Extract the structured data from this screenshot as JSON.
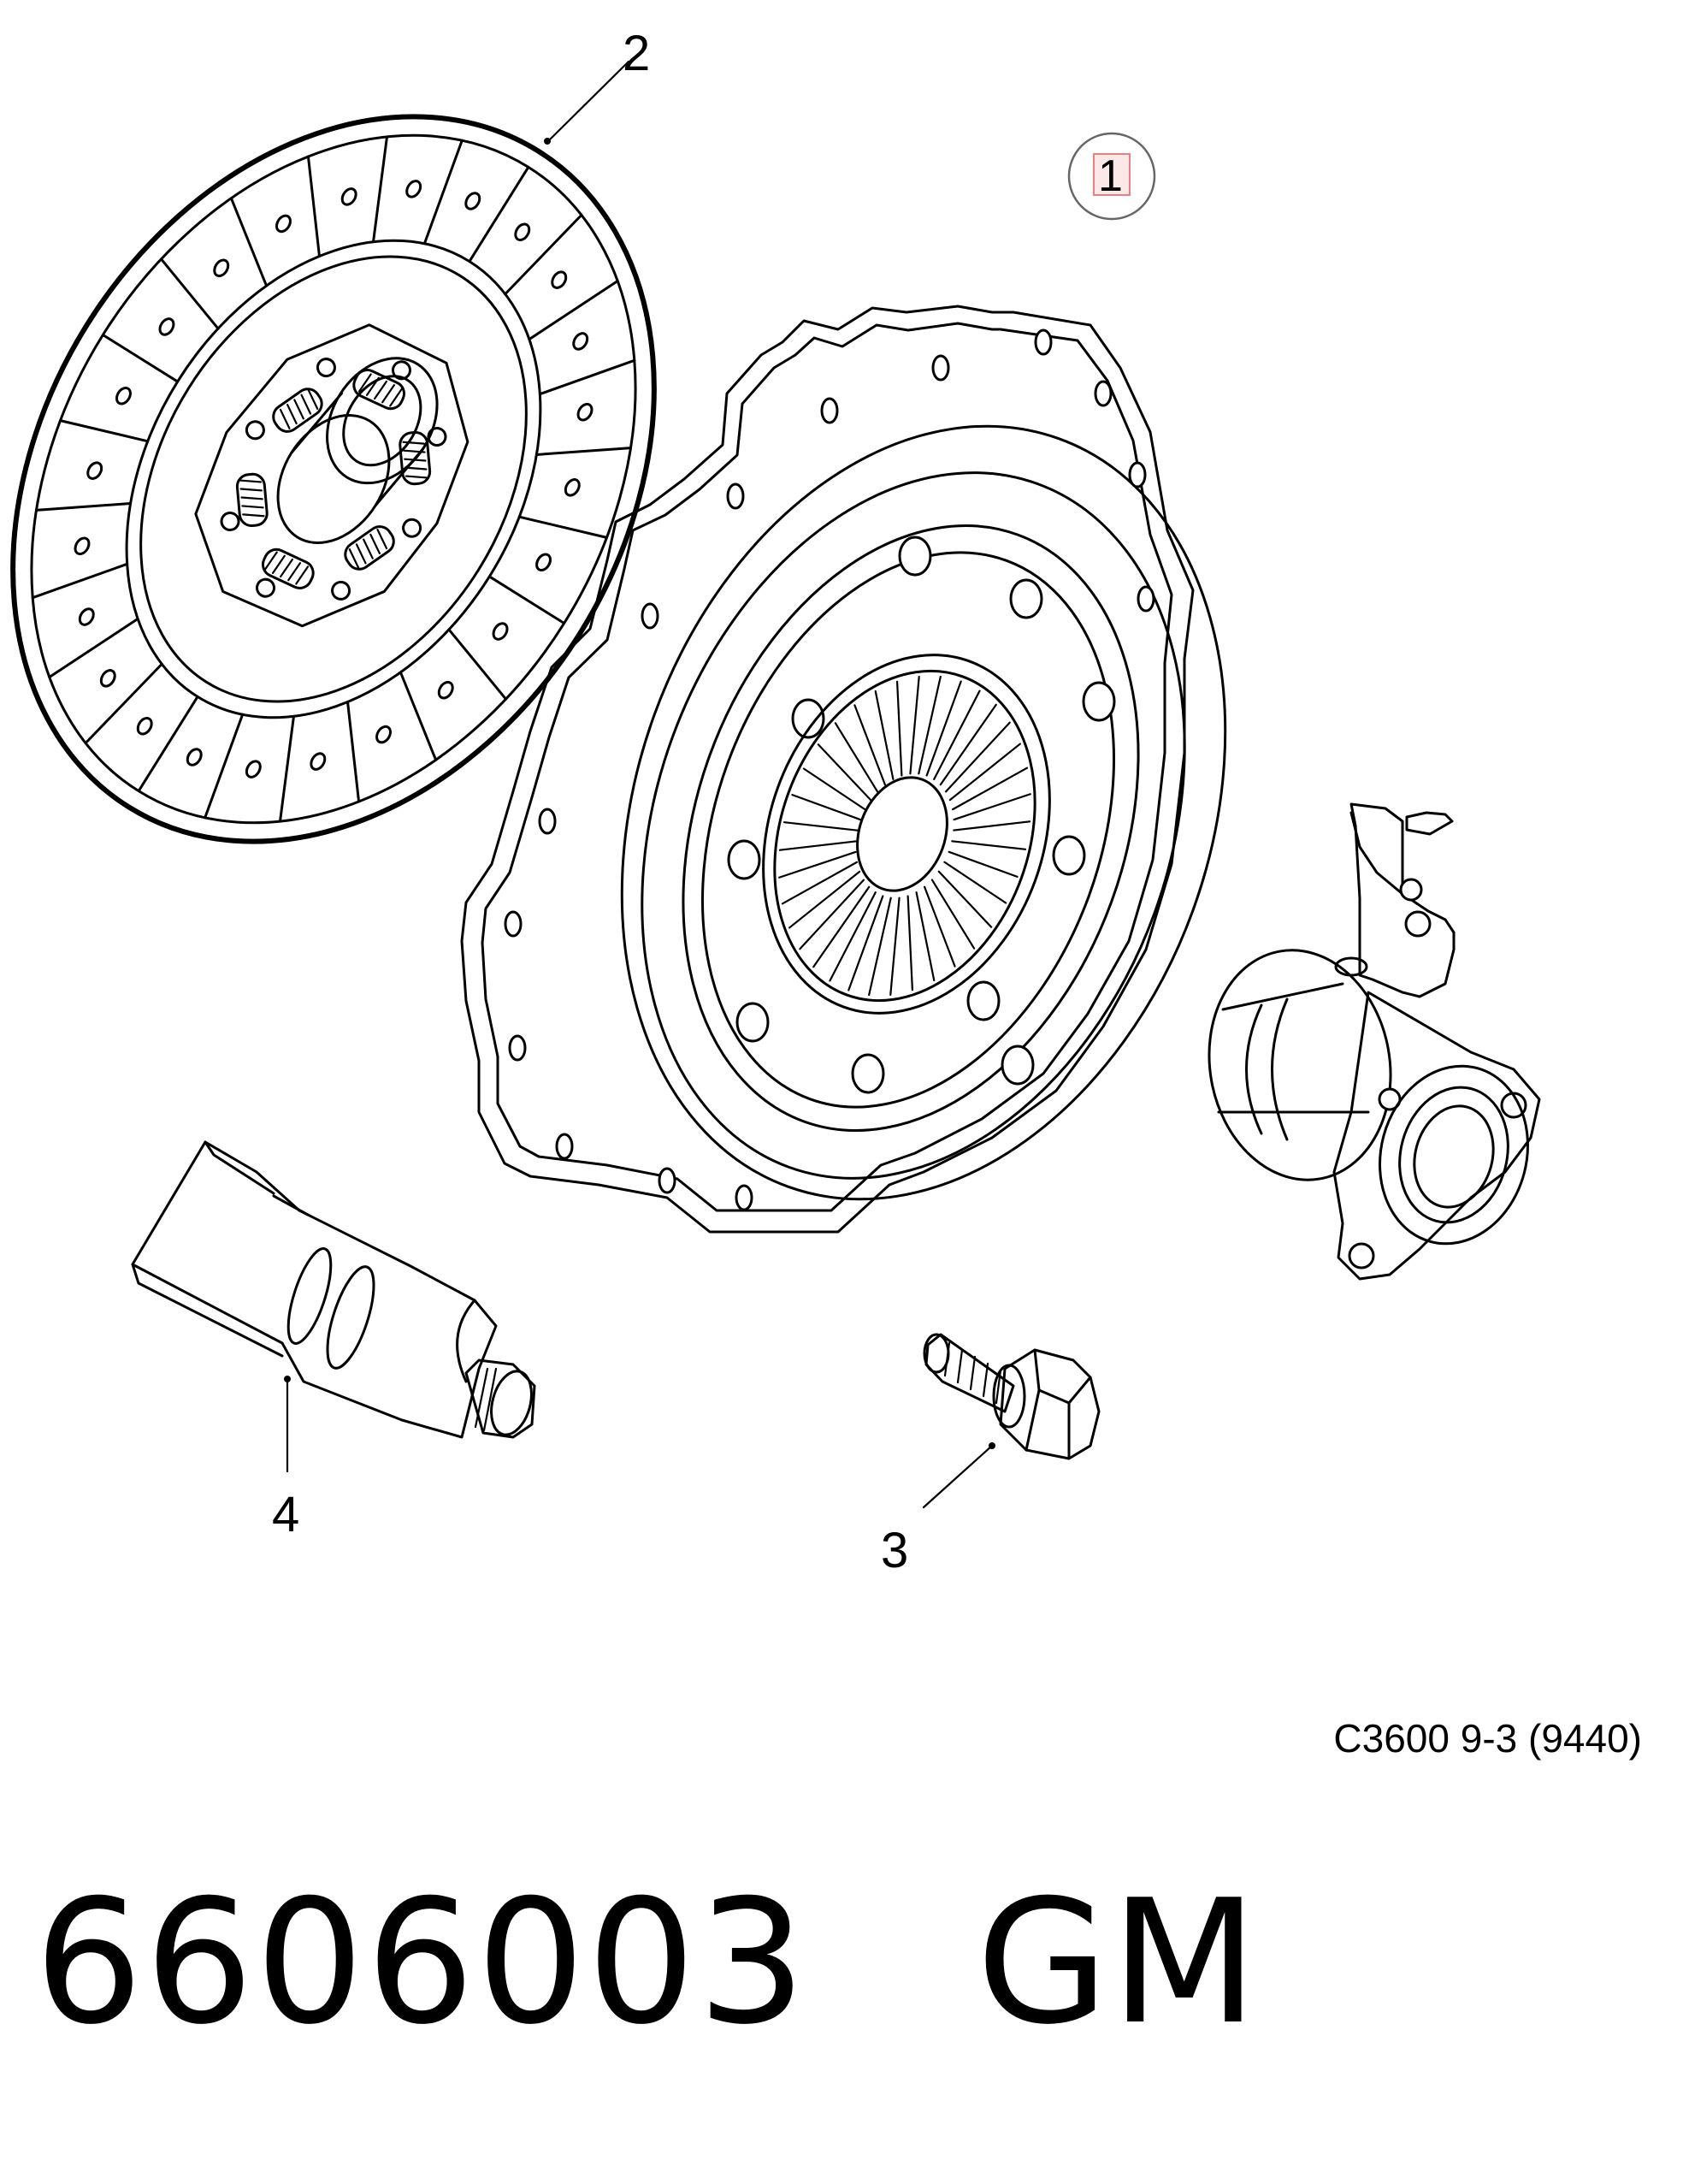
{
  "callouts": {
    "item1": "1",
    "item2": "2",
    "item3": "3",
    "item4": "4"
  },
  "diagram_code": "C3600 9-3 (9440)",
  "part_number": "6606003",
  "brand": "GM",
  "colors": {
    "line": "#000000",
    "highlight_box": "#e88080"
  }
}
